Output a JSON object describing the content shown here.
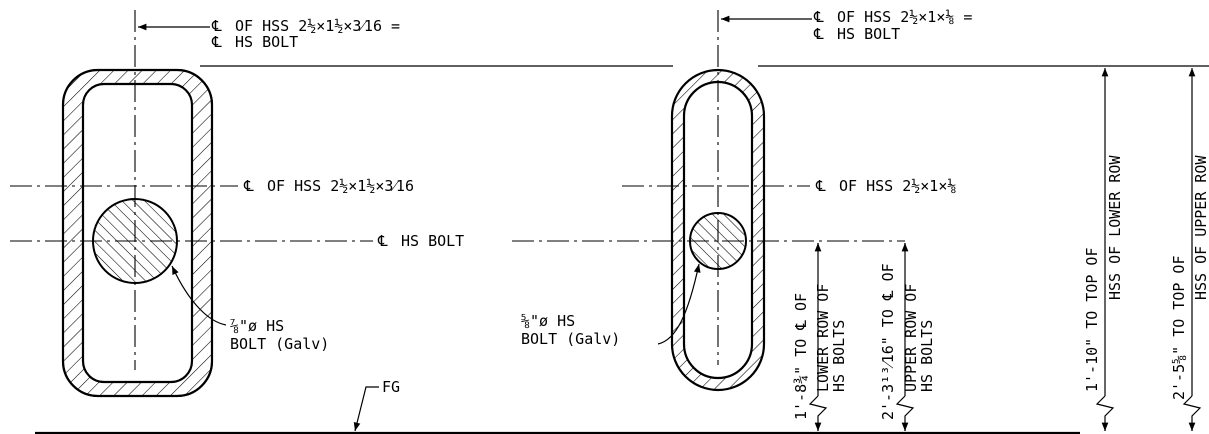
{
  "labels": {
    "cl_symbol": "℄",
    "left_top_line1": "OF HSS 2½×1½×3⁄16 =",
    "left_top_line2": "HS BOLT",
    "right_top_line1": "OF HSS 2½×1×⅛ =",
    "right_top_line2": "HS BOLT",
    "left_mid": "OF HSS 2½×1½×3⁄16",
    "right_mid": "OF HSS 2½×1×⅛",
    "hs_bolt": "HS BOLT",
    "left_bolt_line1": "⅞\"ø HS",
    "left_bolt_line2": "BOLT (Galv)",
    "right_bolt_line1": "⅝\"ø HS",
    "right_bolt_line2": "BOLT (Galv)",
    "fg": "FG"
  },
  "dimensions": [
    {
      "line1": "1'-8¾\" TO ℄ OF",
      "line2": "LOWER ROW OF",
      "line3": "HS BOLTS"
    },
    {
      "line1": "2'-3¹³⁄16\" TO ℄ OF",
      "line2": "UPPER ROW OF",
      "line3": "HS BOLTS"
    },
    {
      "line1": "1'-10\" TO TOP OF",
      "line2": "HSS OF LOWER ROW"
    },
    {
      "line1": "2'-5⅝\" TO TOP OF",
      "line2": "HSS OF UPPER ROW"
    }
  ]
}
